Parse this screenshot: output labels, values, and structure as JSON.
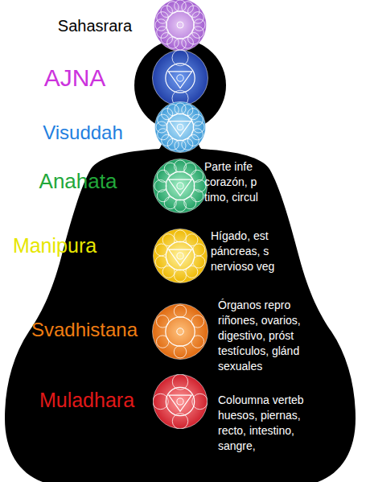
{
  "diagram": {
    "nodes": [
      {
        "text": [
          "Sahasrara"
        ]
      },
      {
        "text": [
          "AJNA"
        ]
      },
      {
        "text": [
          "Visuddah"
        ]
      },
      {
        "text": [
          "Anahata",
          "Parte infe corazón, p timo, circul"
        ]
      },
      {
        "text": [
          "Manipura",
          "Hígado, est páncreas, s nervioso veg"
        ]
      },
      {
        "text": [
          "Svadhistana",
          "Órganos repro riñones, ovarios, digestivo, próst testículos, glánd sexuales"
        ]
      },
      {
        "text": [
          "Muladhara",
          "Coloumna verteb huesos, piernas, recto, intestino, sangre,"
        ]
      }
    ]
  }
}
